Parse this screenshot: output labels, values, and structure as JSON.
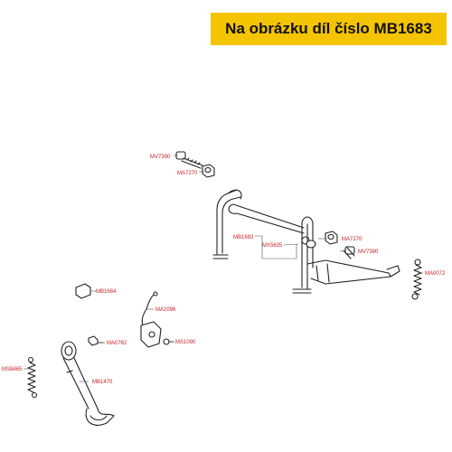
{
  "banner": {
    "text": "Na obrázku díl číslo MB1683",
    "bg": "#f5c400"
  },
  "label_color": "#c8202a",
  "parts": [
    {
      "code": "MV7390"
    },
    {
      "code": "MA7270"
    },
    {
      "code": "MB1683"
    },
    {
      "code": "MX5635"
    },
    {
      "code": "MA7270"
    },
    {
      "code": "MV7390"
    },
    {
      "code": "MA0072"
    },
    {
      "code": "MB1684"
    },
    {
      "code": "MA2096"
    },
    {
      "code": "MA0762"
    },
    {
      "code": "MS1090"
    },
    {
      "code": "MS8465"
    },
    {
      "code": "MB1470"
    }
  ]
}
